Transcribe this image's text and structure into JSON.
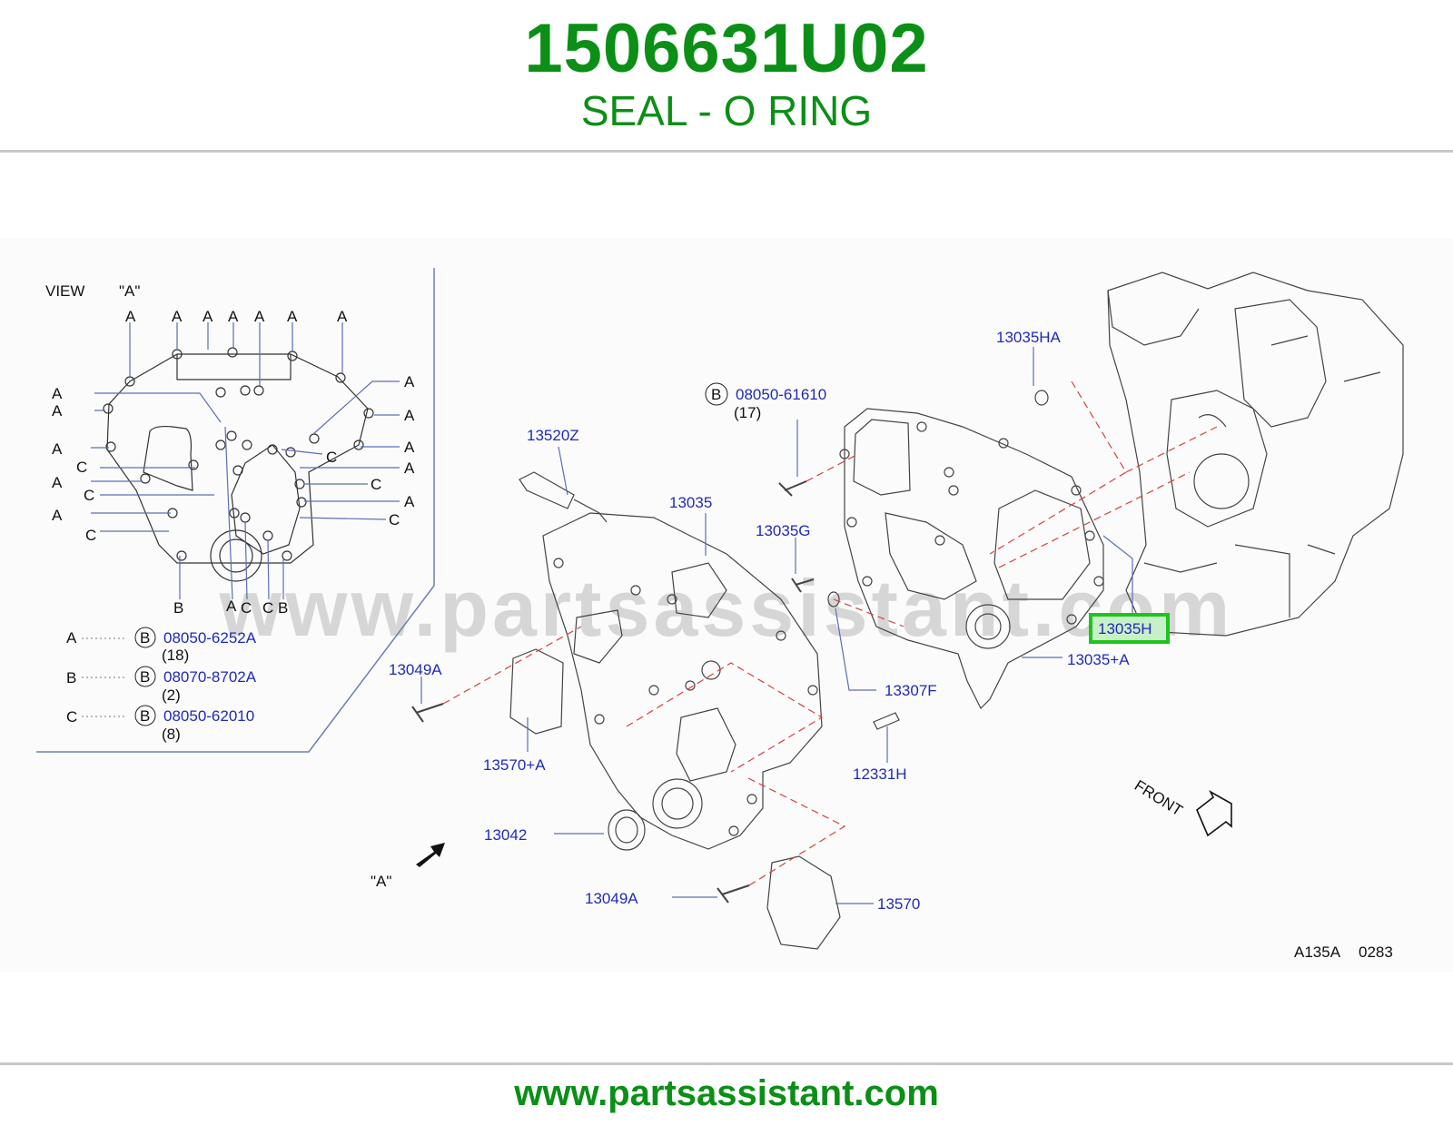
{
  "header": {
    "part_number": "1506631U02",
    "part_name": "SEAL - O RING"
  },
  "footer": {
    "url": "www.partsassistant.com"
  },
  "watermark": "www.partsassistant.com",
  "diagram": {
    "view_label": "VIEW",
    "view_id": "\"A\"",
    "letter_a": "A",
    "letter_b": "B",
    "letter_c": "C",
    "view_arrow_label": "\"A\"",
    "front_label": "FRONT",
    "code": "A135A",
    "code_num": "0283",
    "bolt_legend": [
      {
        "key": "A",
        "part": "08050-6252A",
        "qty": "(18)"
      },
      {
        "key": "B",
        "part": "08070-8702A",
        "qty": "(2)"
      },
      {
        "key": "C",
        "part": "08050-62010",
        "qty": "(8)"
      }
    ],
    "callouts": {
      "p13035HA": "13035HA",
      "p08050_61610": "08050-61610",
      "p08050_61610_qty": "(17)",
      "p13520Z": "13520Z",
      "p13035": "13035",
      "p13035G": "13035G",
      "p13035H": "13035H",
      "p13035_A": "13035+A",
      "p13307F": "13307F",
      "p13049A_top": "13049A",
      "p13570_A": "13570+A",
      "p12331H": "12331H",
      "p13042": "13042",
      "p13049A_bottom": "13049A",
      "p13570": "13570"
    }
  },
  "colors": {
    "brand_green": "#0b8f16",
    "callout_blue": "#1f2ab8",
    "highlight_green": "#1ec41e"
  }
}
